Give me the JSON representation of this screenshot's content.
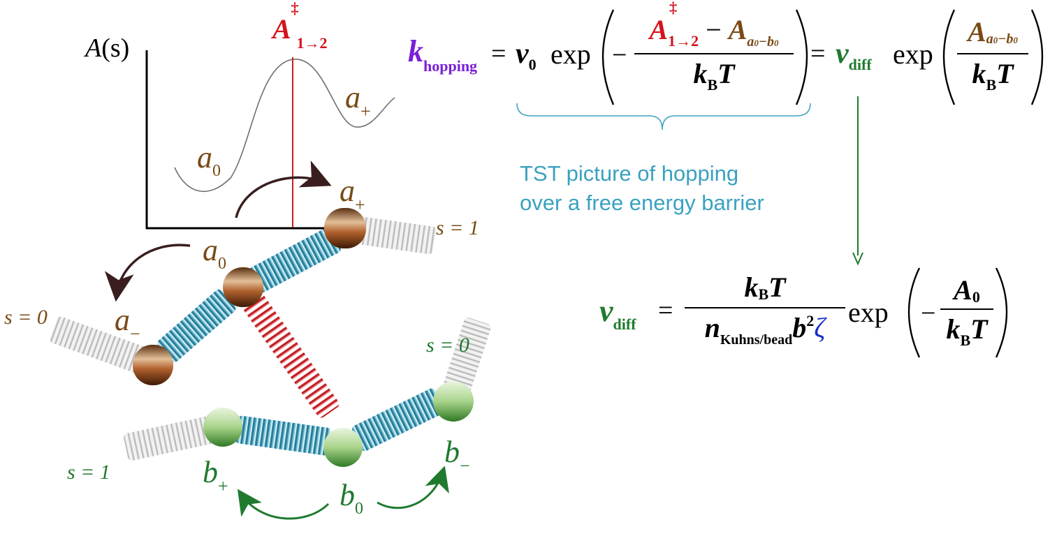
{
  "colors": {
    "brown": "#7a4a16",
    "red": "#d4121b",
    "purple": "#7a1fd6",
    "green": "#1f7a2e",
    "teal": "#3aa1bf",
    "blue": "#1b2cc9",
    "spring_blue": "#3b9bb8",
    "spring_red": "#c62828",
    "spring_gray": "#d4d4d4"
  },
  "plot": {
    "ylabel_A": "A",
    "ylabel_s": "(s)",
    "barrier_A": "A",
    "barrier_sup": "‡",
    "barrier_sub": "1→2",
    "a0_label": "a",
    "a0_sub": "0",
    "aplus_label": "a",
    "aplus_sub": "+"
  },
  "chain_a": {
    "s1_label": "s = 1",
    "s0_label": "s = 0",
    "aplus_label": "a",
    "aplus_sub": "+",
    "a0_label": "a",
    "a0_sub": "0",
    "aminus_label": "a",
    "aminus_sub": "−"
  },
  "chain_b": {
    "s0_label": "s = 0",
    "s1_label": "s = 1",
    "bplus_label": "b",
    "bplus_sub": "+",
    "b0_label": "b",
    "b0_sub": "0",
    "bminus_label": "b",
    "bminus_sub": "−"
  },
  "eq1": {
    "k": "k",
    "k_sub": "hopping",
    "eq1": "=",
    "nu0": "ν",
    "nu0_sub": "0",
    "exp1": "exp",
    "minus1": "−",
    "num_A": "A",
    "num_A_sup": "‡",
    "num_A_sub": "1→2",
    "num_minus": " − ",
    "num_A2": "A",
    "num_A2_sub": "a",
    "num_A2_sub2": "0",
    "num_A2_sub3": "−b",
    "num_A2_sub4": "0",
    "den_k": "k",
    "den_B": "B",
    "den_T": "T",
    "eq2": "=",
    "nudiff": "ν",
    "nudiff_sub": "diff",
    "exp2": "exp",
    "num2_A": "A",
    "num2_sub": "a",
    "num2_sub2": "0",
    "num2_sub3": "−b",
    "num2_sub4": "0",
    "den2_k": "k",
    "den2_B": "B",
    "den2_T": "T"
  },
  "caption": {
    "line1": "TST picture of hopping",
    "line2": "over a free energy barrier"
  },
  "eq2": {
    "nu": "ν",
    "nu_sub": "diff",
    "eq": "=",
    "num_k": "k",
    "num_B": "B",
    "num_T": "T",
    "den_n": "n",
    "den_n_sub": "Kuhns/bead",
    "den_b": "b",
    "den_b_sup": "2",
    "den_zeta": "ζ",
    "exp": "exp",
    "minus": "−",
    "num2_A": "A",
    "num2_sub": "0",
    "den2_k": "k",
    "den2_B": "B",
    "den2_T": "T"
  }
}
